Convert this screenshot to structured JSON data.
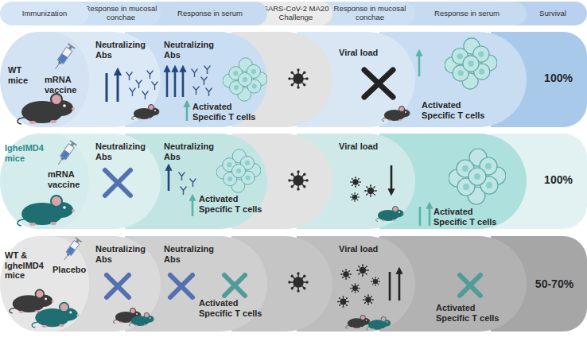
{
  "diagram": {
    "nodes": [
      {
        "text": [
          "Immunization"
        ]
      },
      {
        "text": [
          "Response in mucosal conchae"
        ]
      },
      {
        "text": [
          "Response in serum"
        ]
      },
      {
        "text": [
          "SARS-CoV-2 MA20 Challenge"
        ]
      },
      {
        "text": [
          "Response in mucosal conchae"
        ]
      },
      {
        "text": [
          "Response in serum"
        ]
      },
      {
        "text": [
          "Survival"
        ]
      },
      {
        "text": [
          "WT mice",
          "mRNA vaccine"
        ]
      },
      {
        "text": [
          "Neutralizing Abs"
        ],
        "in": 7
      },
      {
        "text": [
          "Neutralizing Abs",
          "Activated Specific T cells"
        ],
        "in": 7
      },
      {
        "text": [
          "Viral load"
        ],
        "in": 7
      },
      {
        "text": [
          "Activated Specific T cells"
        ],
        "in": 7
      },
      {
        "text": [
          "100%"
        ],
        "in": 7
      },
      {
        "text": [
          "IghelMD4 mice",
          "mRNA vaccine"
        ]
      },
      {
        "text": [
          "Neutralizing Abs"
        ],
        "in": 13
      },
      {
        "text": [
          "Neutralizing Abs",
          "Activated Specific T cells"
        ],
        "in": 13
      },
      {
        "text": [
          "Viral load"
        ],
        "in": 13
      },
      {
        "text": [
          "Activated Specific T cells"
        ],
        "in": 13
      },
      {
        "text": [
          "100%"
        ],
        "in": 13
      },
      {
        "text": [
          "WT & IghelMD4 mice",
          "Placebo"
        ]
      },
      {
        "text": [
          "Neutralizing Abs"
        ],
        "in": 19
      },
      {
        "text": [
          "Neutralizing Abs",
          "Activated Specific T cells"
        ],
        "in": 19
      },
      {
        "text": [
          "Viral load"
        ],
        "in": 19
      },
      {
        "text": [
          "Activated Specific T cells"
        ],
        "in": 19
      },
      {
        "text": [
          "50-70%"
        ],
        "in": 19
      }
    ]
  }
}
